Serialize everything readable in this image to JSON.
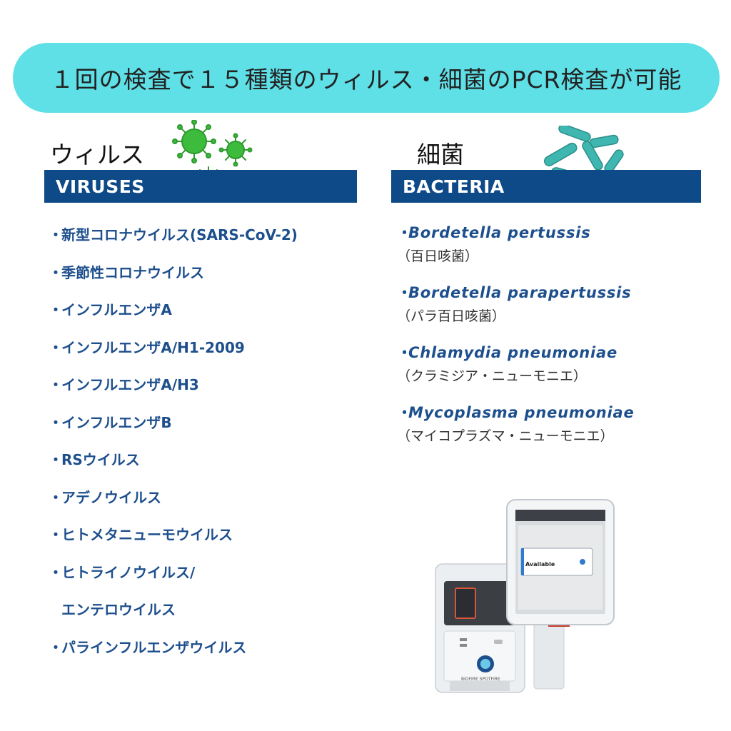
{
  "banner": {
    "text": "１回の検査で１５種類のウィルス・細菌のPCR検査が可能"
  },
  "viruses": {
    "title_jp": "ウィルス",
    "header": "VIRUSES",
    "bullet": "・",
    "items": [
      "新型コロナウイルス(SARS-CoV-2)",
      "季節性コロナウイルス",
      "インフルエンザA",
      "インフルエンザA/H1-2009",
      "インフルエンザA/H3",
      "インフルエンザB",
      "RSウイルス",
      "アデノウイルス",
      "ヒトメタニューモウイルス",
      "ヒトライノウイルス/",
      "エンテロウイルス",
      "パラインフルエンザウイルス"
    ]
  },
  "bacteria": {
    "title_jp": "細菌",
    "header": "BACTERIA",
    "bullet": "・",
    "items": [
      {
        "name": "Bordetella pertussis",
        "jp": "（百日咳菌）"
      },
      {
        "name": "Bordetella parapertussis",
        "jp": "（パラ百日咳菌）"
      },
      {
        "name": "Chlamydia pneumoniae",
        "jp": "（クラミジア・ニューモニエ）"
      },
      {
        "name": "Mycoplasma pneumoniae",
        "jp": "（マイコプラズマ・ニューモニエ）"
      }
    ]
  },
  "device": {
    "screen_status": "Available",
    "brand": "BIOFIRE SPOTFIRE"
  },
  "icons": {
    "virus": "virus-icon",
    "bacteria": "bacteria-icon"
  },
  "colors": {
    "banner_bg": "#5fdfe6",
    "header_bar": "#0e4a87",
    "list_text": "#1d4f8d",
    "virus_green": "#3dbb3d",
    "bacteria_teal": "#3fb6b0"
  }
}
